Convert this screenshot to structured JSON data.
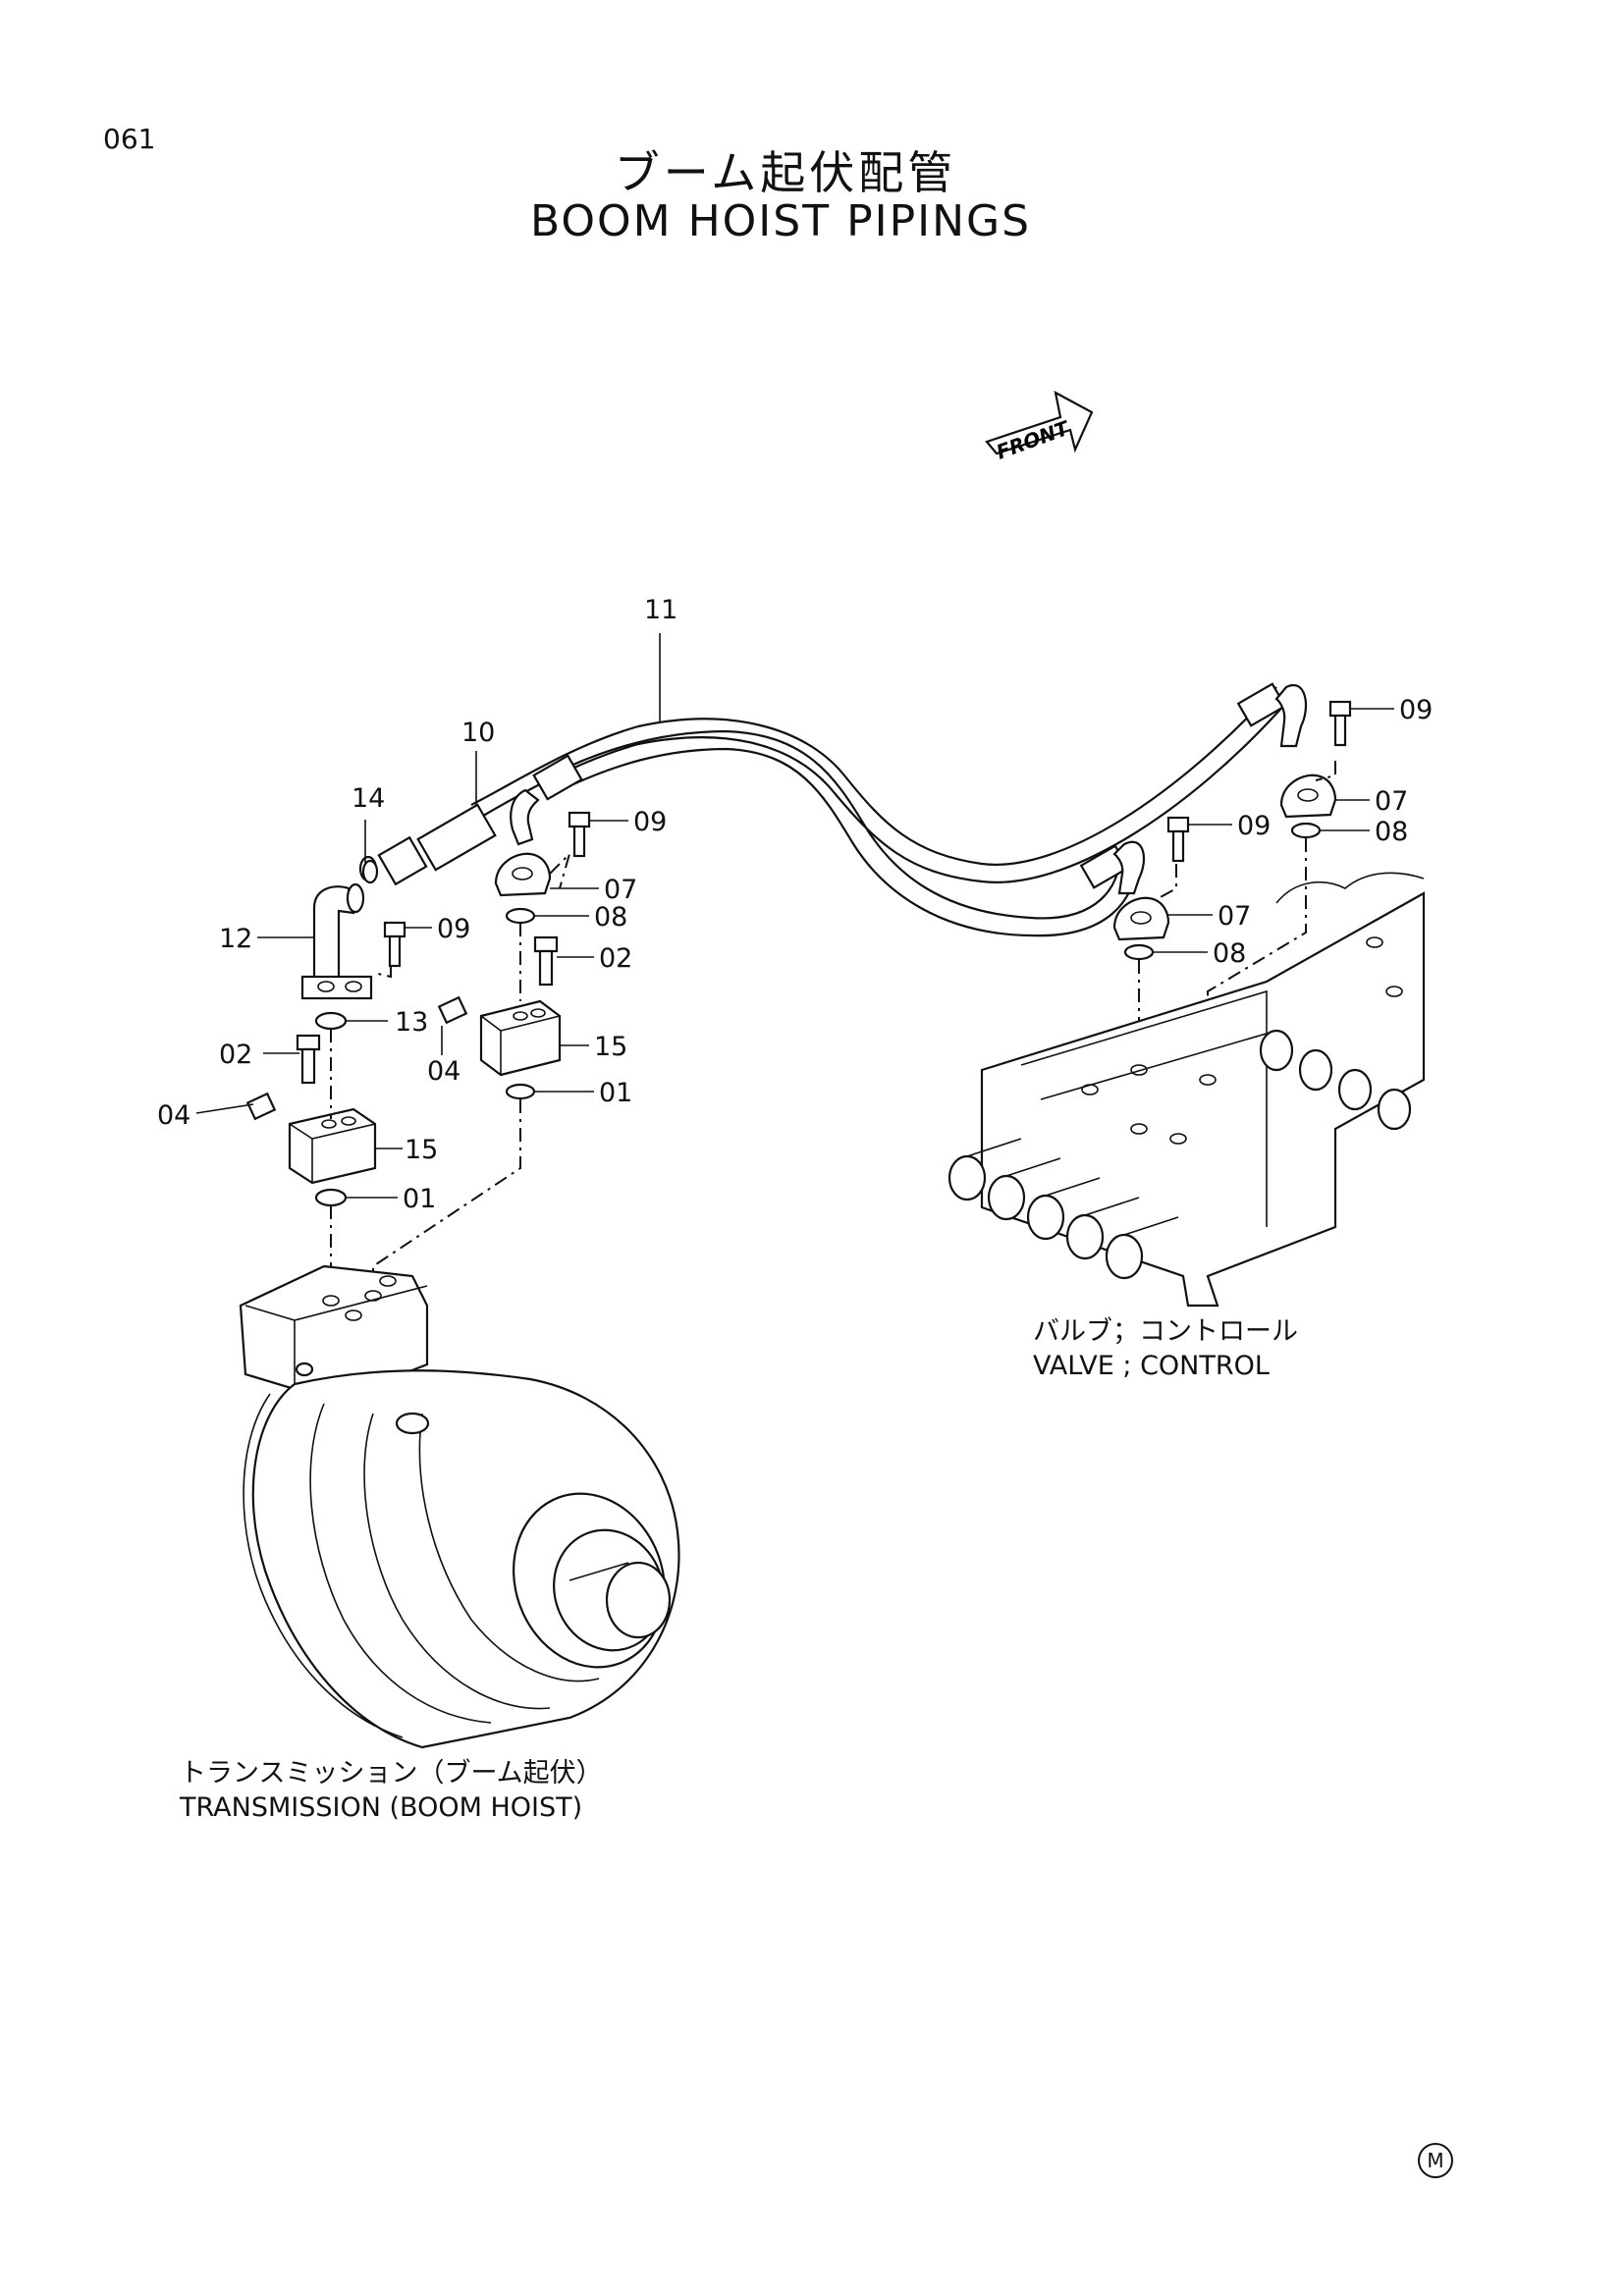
{
  "page_number": "061",
  "title_jp": "ブーム起伏配管",
  "title_en": "BOOM HOIST PIPINGS",
  "front_label": "FRONT",
  "part_labels": {
    "p11": "11",
    "p10": "10",
    "p14": "14",
    "p12": "12",
    "p09a": "09",
    "p09b": "09",
    "p09c": "09",
    "p09d": "09",
    "p07a": "07",
    "p07b": "07",
    "p07c": "07",
    "p08a": "08",
    "p08b": "08",
    "p08c": "08",
    "p02a": "02",
    "p02b": "02",
    "p15a": "15",
    "p15b": "15",
    "p01a": "01",
    "p01b": "01",
    "p13": "13",
    "p04a": "04",
    "p04b": "04"
  },
  "captions": {
    "valve_jp": "バルブ；コントロール",
    "valve_en": "VALVE ; CONTROL",
    "transmission_jp": "トランスミッション（ブーム起伏）",
    "transmission_en": "TRANSMISSION (BOOM HOIST)"
  },
  "corner_mark": "M"
}
